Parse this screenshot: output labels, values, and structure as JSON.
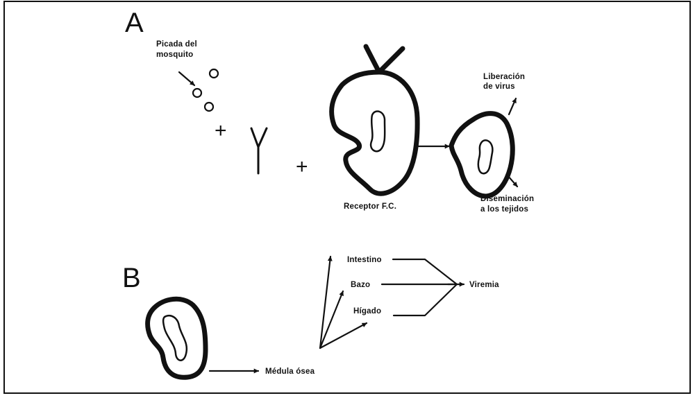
{
  "panel_a": {
    "letter": "A",
    "mosquito_label": [
      "Picada del",
      "mosquito"
    ],
    "plus_1": "+",
    "plus_2": "+",
    "receptor_label": "Receptor F.C.",
    "release_label": [
      "Liberación",
      "de virus"
    ],
    "spread_label": [
      "Diseminación",
      "a los tejidos"
    ]
  },
  "panel_b": {
    "letter": "B",
    "marrow_label": "Médula ósea",
    "organs": [
      "Intestino",
      "Bazo",
      "Hígado"
    ],
    "outcome_label": "Viremia"
  }
}
